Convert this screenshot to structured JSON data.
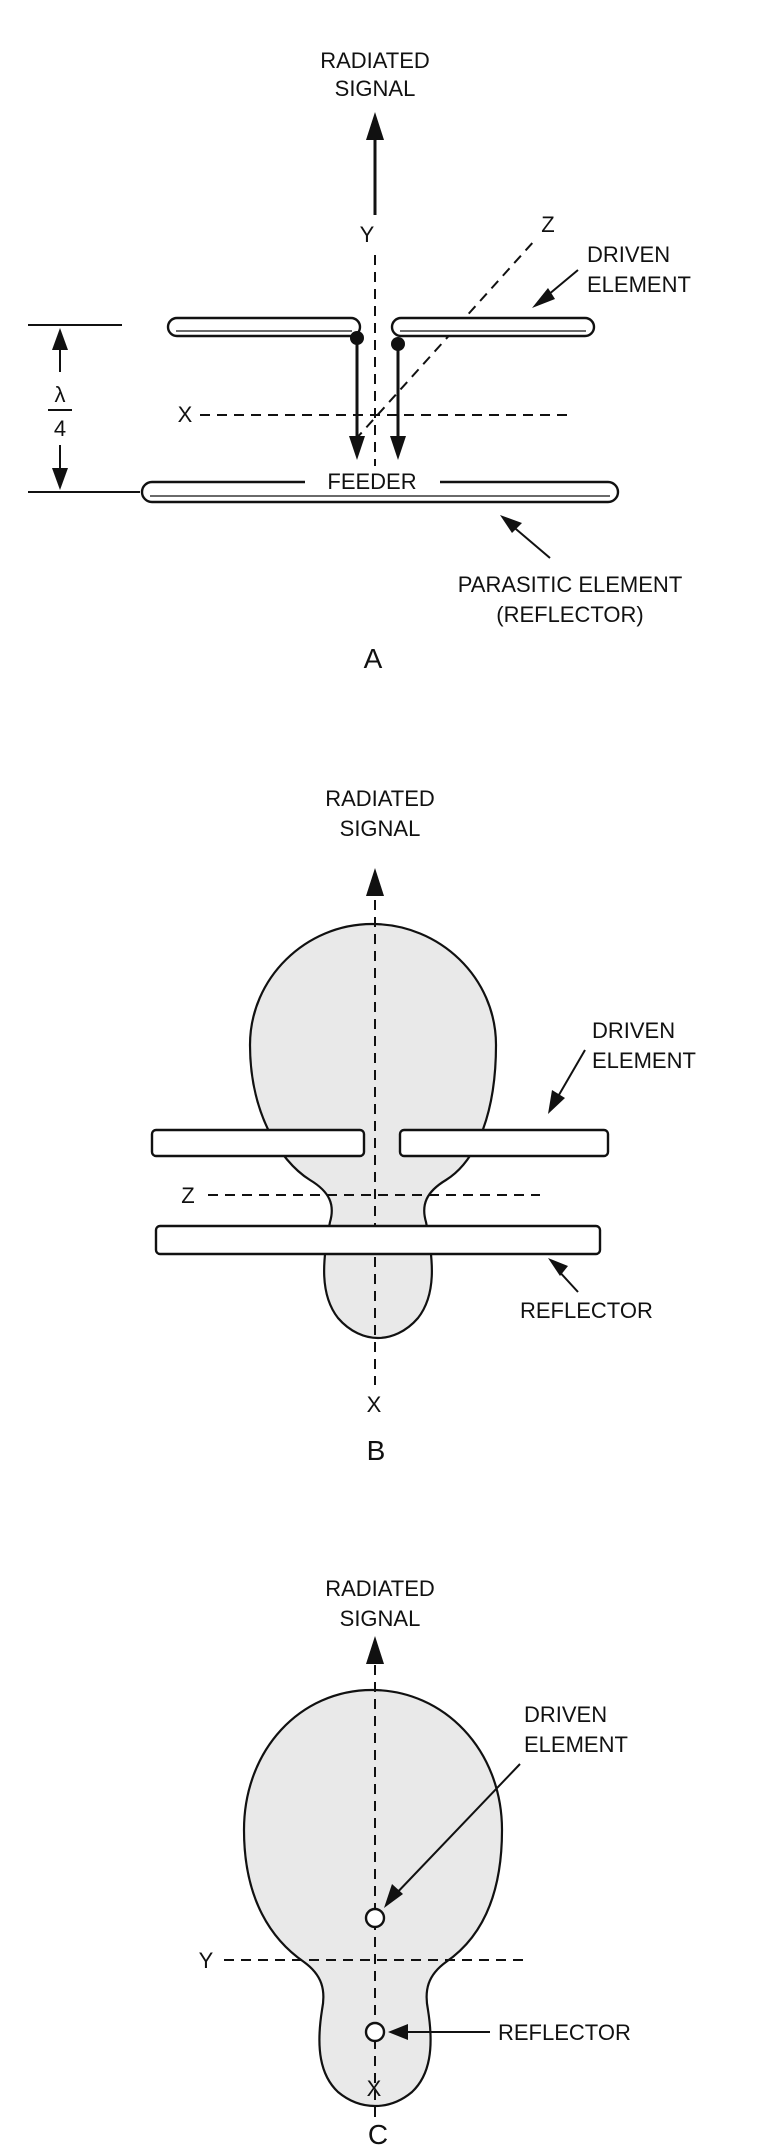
{
  "panels": {
    "a": {
      "label": "A",
      "radiated_signal": [
        "RADIATED",
        "SIGNAL"
      ],
      "axis_y": "Y",
      "axis_z": "Z",
      "axis_x": "X",
      "driven_element": [
        "DRIVEN",
        "ELEMENT"
      ],
      "wavelength_symbol": "λ",
      "wavelength_divisor": "4",
      "feeder": "FEEDER",
      "parasitic_element": [
        "PARASITIC ELEMENT",
        "(REFLECTOR)"
      ]
    },
    "b": {
      "label": "B",
      "radiated_signal": [
        "RADIATED",
        "SIGNAL"
      ],
      "driven_element": [
        "DRIVEN",
        "ELEMENT"
      ],
      "axis_z": "Z",
      "reflector": "REFLECTOR",
      "axis_x": "X"
    },
    "c": {
      "label": "C",
      "radiated_signal": [
        "RADIATED",
        "SIGNAL"
      ],
      "driven_element": [
        "DRIVEN",
        "ELEMENT"
      ],
      "axis_y": "Y",
      "reflector": "REFLECTOR",
      "axis_x": "X"
    }
  },
  "colors": {
    "line": "#111111",
    "background": "#ffffff",
    "pattern_fill": "#e9e9e9"
  }
}
